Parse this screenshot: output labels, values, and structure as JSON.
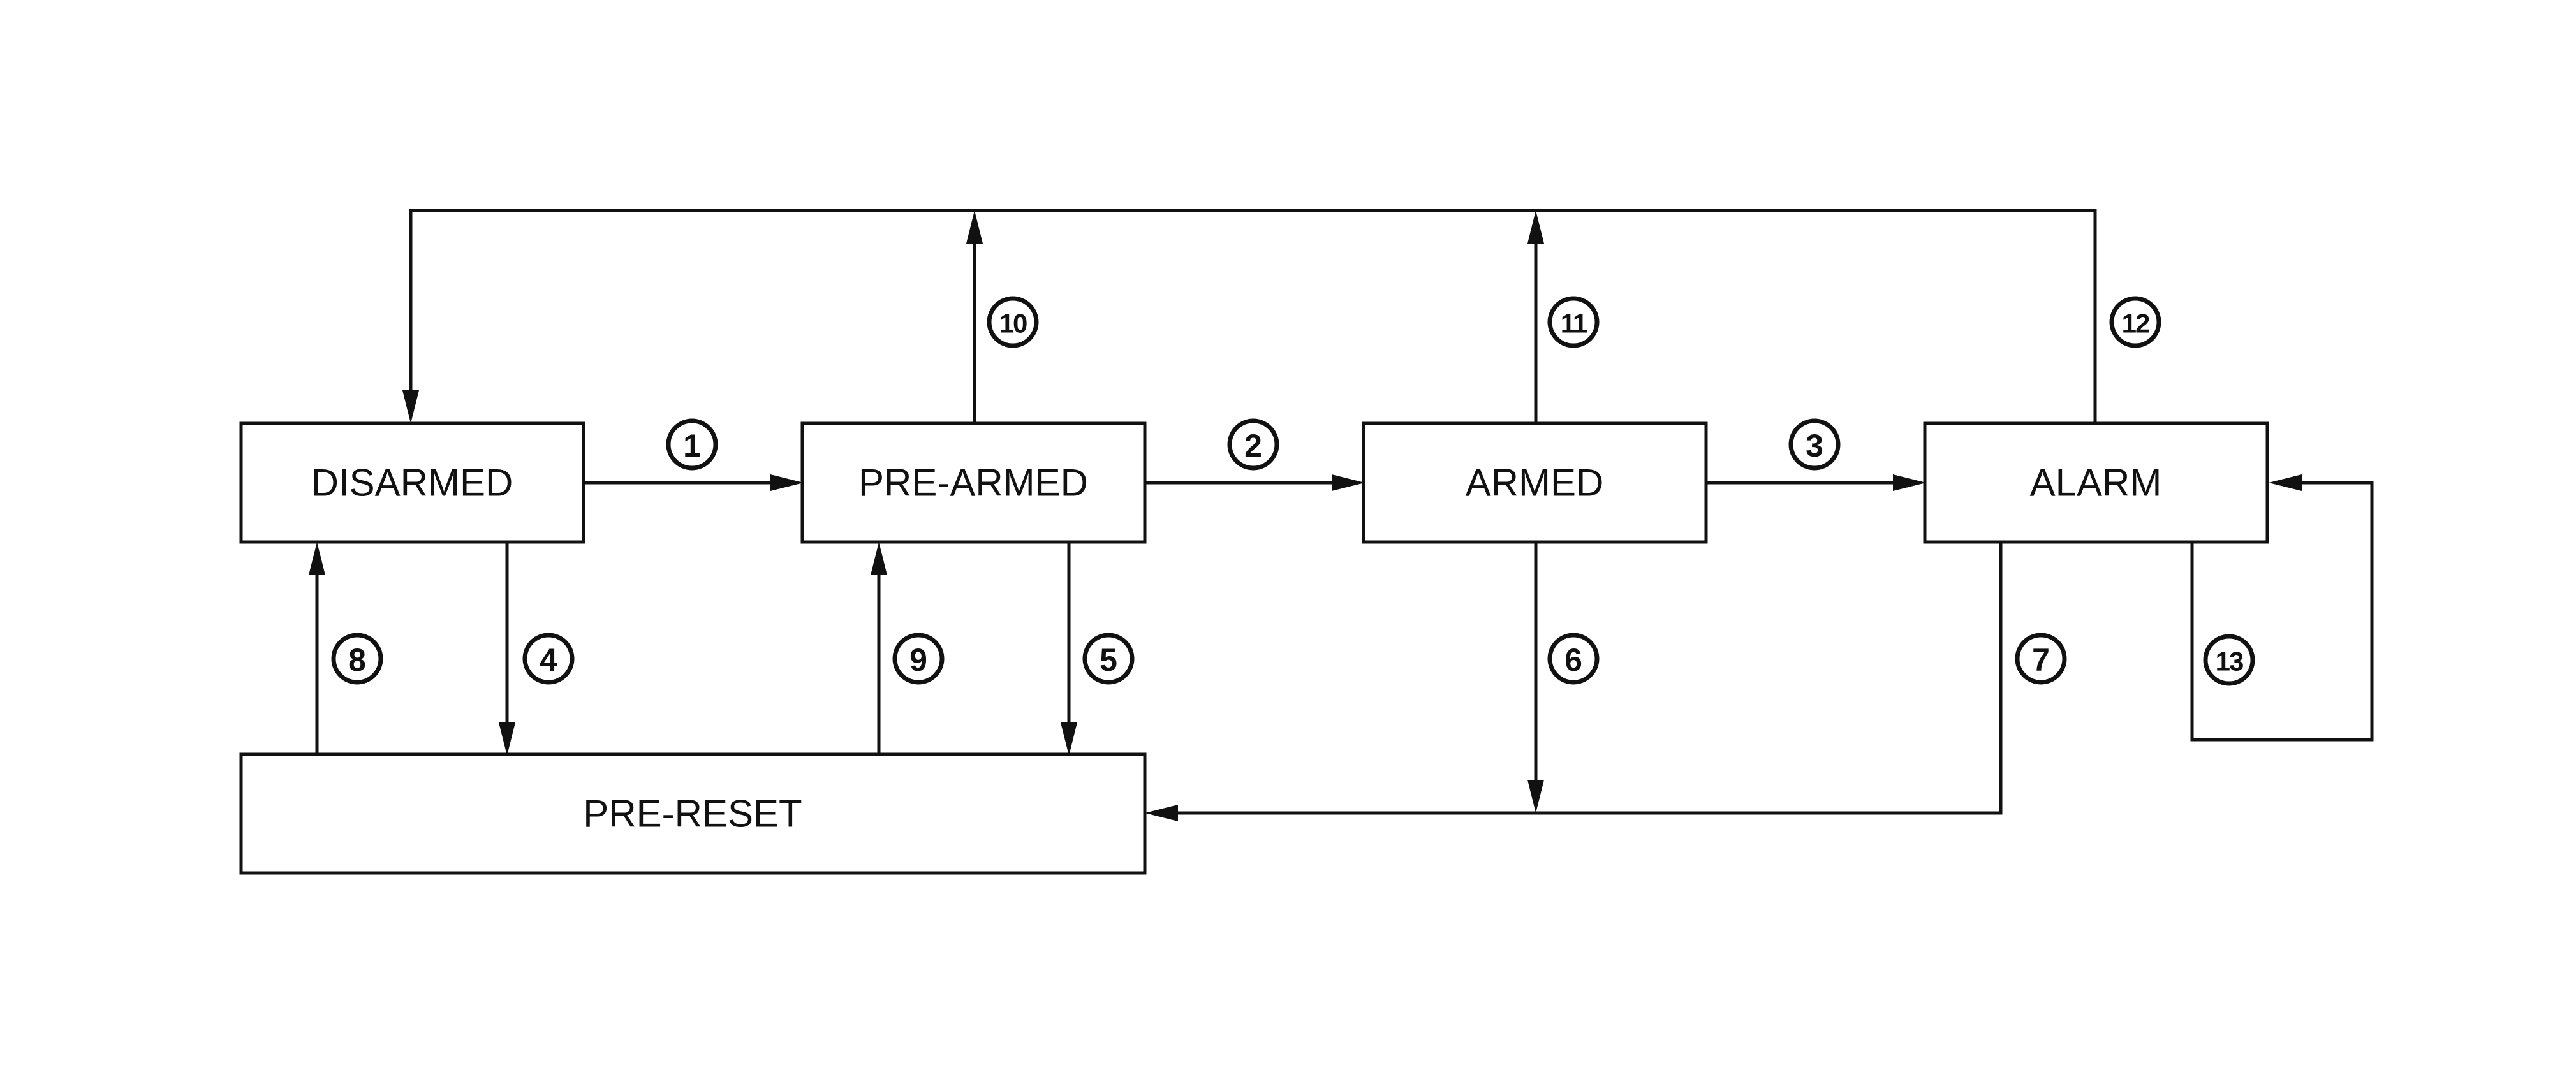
{
  "states": {
    "disarmed": "DISARMED",
    "pre_armed": "PRE-ARMED",
    "armed": "ARMED",
    "alarm": "ALARM",
    "pre_reset": "PRE-RESET"
  },
  "transitions": [
    {
      "label": "1",
      "from": "DISARMED",
      "to": "PRE-ARMED"
    },
    {
      "label": "2",
      "from": "PRE-ARMED",
      "to": "ARMED"
    },
    {
      "label": "3",
      "from": "ARMED",
      "to": "ALARM"
    },
    {
      "label": "4",
      "from": "DISARMED",
      "to": "PRE-RESET"
    },
    {
      "label": "5",
      "from": "PRE-ARMED",
      "to": "PRE-RESET"
    },
    {
      "label": "6",
      "from": "ARMED",
      "to": "PRE-RESET"
    },
    {
      "label": "7",
      "from": "ALARM",
      "to": "PRE-RESET"
    },
    {
      "label": "8",
      "from": "PRE-RESET",
      "to": "DISARMED"
    },
    {
      "label": "9",
      "from": "PRE-RESET",
      "to": "PRE-ARMED"
    },
    {
      "label": "10",
      "from": "PRE-ARMED",
      "to": "DISARMED"
    },
    {
      "label": "11",
      "from": "ARMED",
      "to": "DISARMED"
    },
    {
      "label": "12",
      "from": "ALARM",
      "to": "DISARMED"
    },
    {
      "label": "13",
      "from": "ALARM",
      "to": "ALARM"
    }
  ]
}
